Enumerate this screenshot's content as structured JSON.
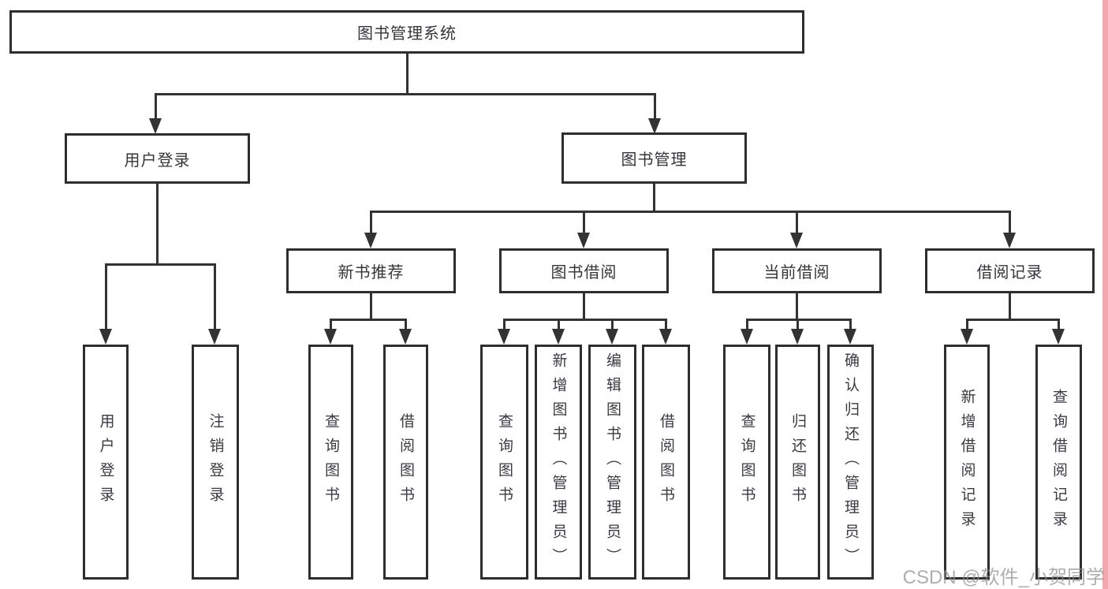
{
  "tree": {
    "label": "图书管理系统",
    "children": [
      {
        "label": "用户登录",
        "children": [
          {
            "label": "用户登录"
          },
          {
            "label": "注销登录"
          }
        ]
      },
      {
        "label": "图书管理",
        "children": [
          {
            "label": "新书推荐",
            "children": [
              {
                "label": "查询图书"
              },
              {
                "label": "借阅图书"
              }
            ]
          },
          {
            "label": "图书借阅",
            "children": [
              {
                "label": "查询图书"
              },
              {
                "label": "新增图书（管理员）"
              },
              {
                "label": "编辑图书（管理员）"
              },
              {
                "label": "借阅图书"
              }
            ]
          },
          {
            "label": "当前借阅",
            "children": [
              {
                "label": "查询图书"
              },
              {
                "label": "归还图书"
              },
              {
                "label": "确认归还（管理员）"
              }
            ]
          },
          {
            "label": "借阅记录",
            "children": [
              {
                "label": "新增借阅记录"
              },
              {
                "label": "查询借阅记录"
              }
            ]
          }
        ]
      }
    ]
  },
  "watermark": {
    "text": "CSDN @软件_小贺同学"
  },
  "colors": {
    "line": "#333333",
    "box_border": "#2e2e2e",
    "label_text": "#35353b",
    "watermark_text": "#8f8f8f",
    "right_strip": "#f3a7ae",
    "background": "#ffffff"
  }
}
